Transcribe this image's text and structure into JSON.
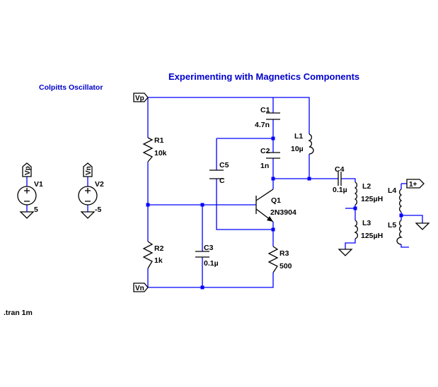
{
  "title": "Experimenting with Magnetics Components",
  "subtitle": "Colpitts Oscillator",
  "directive": ".tran 1m",
  "ports": {
    "vp": "Vp",
    "vn": "Vn",
    "out": "1+"
  },
  "components": {
    "c1": {
      "name": "C1",
      "value": "4.7n"
    },
    "c2": {
      "name": "C2",
      "value": "1n"
    },
    "c3": {
      "name": "C3",
      "value": "0.1µ"
    },
    "c4": {
      "name": "C4",
      "value": "0.1µ"
    },
    "c5": {
      "name": "C5",
      "value": "C"
    },
    "r1": {
      "name": "R1",
      "value": "10k"
    },
    "r2": {
      "name": "R2",
      "value": "1k"
    },
    "r3": {
      "name": "R3",
      "value": "500"
    },
    "l1": {
      "name": "L1",
      "value": "10µ"
    },
    "l2": {
      "name": "L2",
      "value": "125µH"
    },
    "l3": {
      "name": "L3",
      "value": "125µH"
    },
    "l4": {
      "name": "L4"
    },
    "l5": {
      "name": "L5"
    },
    "q1": {
      "name": "Q1",
      "value": "2N3904"
    },
    "v1": {
      "name": "V1",
      "value": "5",
      "port": "Vp"
    },
    "v2": {
      "name": "V2",
      "value": "-5",
      "port": "Vn"
    }
  },
  "colors": {
    "wire": "#0000ff",
    "component": "#000000",
    "heading": "#0000cc",
    "background": "#ffffff"
  }
}
